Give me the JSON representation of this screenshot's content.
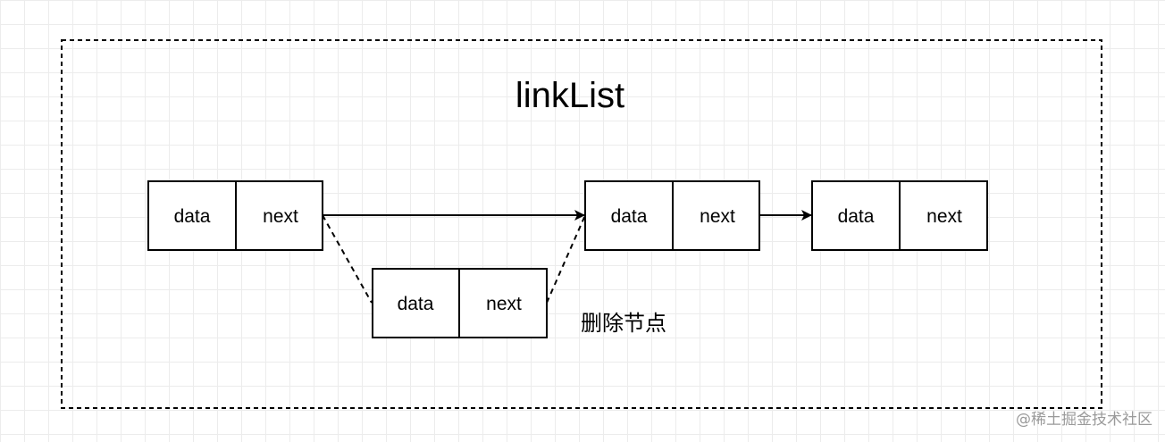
{
  "title": "linkList",
  "nodes": [
    {
      "field1": "data",
      "field2": "next"
    },
    {
      "field1": "data",
      "field2": "next"
    },
    {
      "field1": "data",
      "field2": "next"
    },
    {
      "field1": "data",
      "field2": "next"
    }
  ],
  "deleted_label": "删除节点",
  "watermark": "@稀土掘金技术社区",
  "colors": {
    "stroke": "#000000",
    "grid": "#ececec",
    "watermark": "#9a9a9a"
  }
}
